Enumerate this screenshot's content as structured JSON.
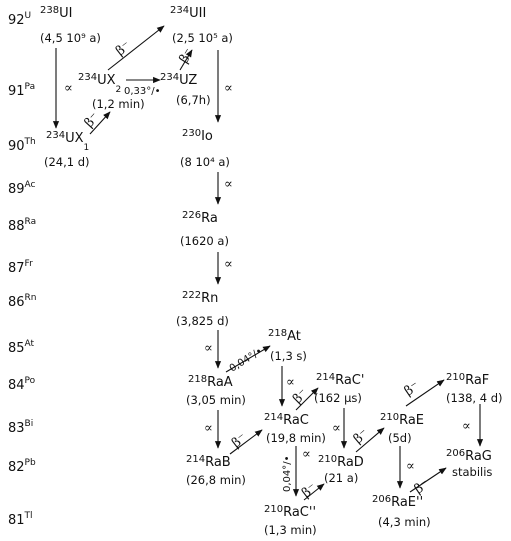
{
  "diagram": {
    "element_rows": [
      {
        "z": "92",
        "symbol": "U"
      },
      {
        "z": "91",
        "symbol": "Pa"
      },
      {
        "z": "90",
        "symbol": "Th"
      },
      {
        "z": "89",
        "symbol": "Ac"
      },
      {
        "z": "88",
        "symbol": "Ra"
      },
      {
        "z": "87",
        "symbol": "Fr"
      },
      {
        "z": "86",
        "symbol": "Rn"
      },
      {
        "z": "85",
        "symbol": "At"
      },
      {
        "z": "84",
        "symbol": "Po"
      },
      {
        "z": "83",
        "symbol": "Bi"
      },
      {
        "z": "82",
        "symbol": "Pb"
      },
      {
        "z": "81",
        "symbol": "Tl"
      }
    ],
    "nuclides": [
      {
        "id": "UI",
        "mass": "238",
        "name": "UI",
        "half_life": "(4,5 10⁹ a)"
      },
      {
        "id": "UII",
        "mass": "234",
        "name": "UII",
        "half_life": "(2,5 10⁵ a)"
      },
      {
        "id": "UX2",
        "mass": "234",
        "name": "UX",
        "subscript": "2",
        "half_life": "(1,2 min)"
      },
      {
        "id": "UZ",
        "mass": "234",
        "name": "UZ",
        "half_life": "(6,7h)"
      },
      {
        "id": "UX1",
        "mass": "234",
        "name": "UX",
        "subscript": "1",
        "half_life": "(24,1 d)"
      },
      {
        "id": "Io",
        "mass": "230",
        "name": "Io",
        "half_life": "(8 10⁴ a)"
      },
      {
        "id": "Ra",
        "mass": "226",
        "name": "Ra",
        "half_life": "(1620 a)"
      },
      {
        "id": "Rn",
        "mass": "222",
        "name": "Rn",
        "half_life": "(3,825 d)"
      },
      {
        "id": "At",
        "mass": "218",
        "name": "At",
        "half_life": "(1,3 s)"
      },
      {
        "id": "RaA",
        "mass": "218",
        "name": "RaA",
        "half_life": "(3,05 min)"
      },
      {
        "id": "RaC1",
        "mass": "214",
        "name": "RaC'",
        "half_life": "(162 µs)"
      },
      {
        "id": "RaC",
        "mass": "214",
        "name": "RaC",
        "half_life": "(19,8 min)"
      },
      {
        "id": "RaB",
        "mass": "214",
        "name": "RaB",
        "half_life": "(26,8 min)"
      },
      {
        "id": "RaF",
        "mass": "210",
        "name": "RaF",
        "half_life": "(138, 4 d)"
      },
      {
        "id": "RaE",
        "mass": "210",
        "name": "RaE",
        "half_life": "(5d)"
      },
      {
        "id": "RaD",
        "mass": "210",
        "name": "RaD",
        "half_life": "(21 a)"
      },
      {
        "id": "RaC2",
        "mass": "210",
        "name": "RaC''",
        "half_life": "(1,3 min)"
      },
      {
        "id": "RaE2",
        "mass": "206",
        "name": "RaE''",
        "half_life": "(4,3 min)"
      },
      {
        "id": "RaG",
        "mass": "206",
        "name": "RaG",
        "half_life": "stabilis"
      }
    ],
    "decay_symbols": {
      "alpha": "∝",
      "beta": "β⁻"
    },
    "branch_percentages": {
      "UX2_to_UZ": "0,33°/•",
      "RaA_to_At": "0,04°/•",
      "RaC_to_RaC2": "0,04°/•"
    }
  }
}
